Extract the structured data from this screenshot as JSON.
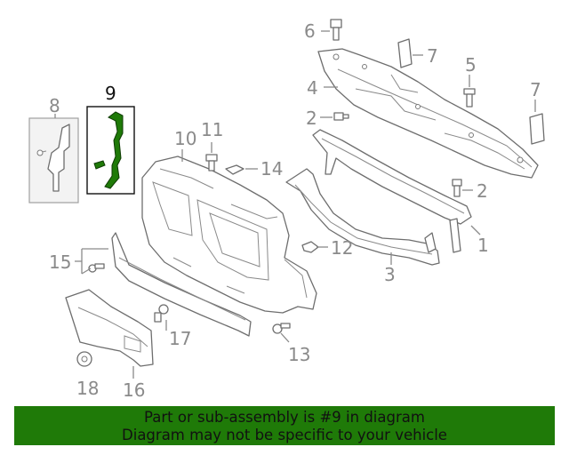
{
  "callouts": {
    "c1": "1",
    "c2a": "2",
    "c2b": "2",
    "c3": "3",
    "c4": "4",
    "c5": "5",
    "c6": "6",
    "c7a": "7",
    "c7b": "7",
    "c8": "8",
    "c9": "9",
    "c10": "10",
    "c11": "11",
    "c12": "12",
    "c13": "13",
    "c14": "14",
    "c15": "15",
    "c16": "16",
    "c17": "17",
    "c18": "18"
  },
  "highlight_color": "#1f7a08",
  "banner": {
    "line1": "Part or sub-assembly is #9 in diagram",
    "line2": "Diagram may not be specific to your vehicle"
  }
}
